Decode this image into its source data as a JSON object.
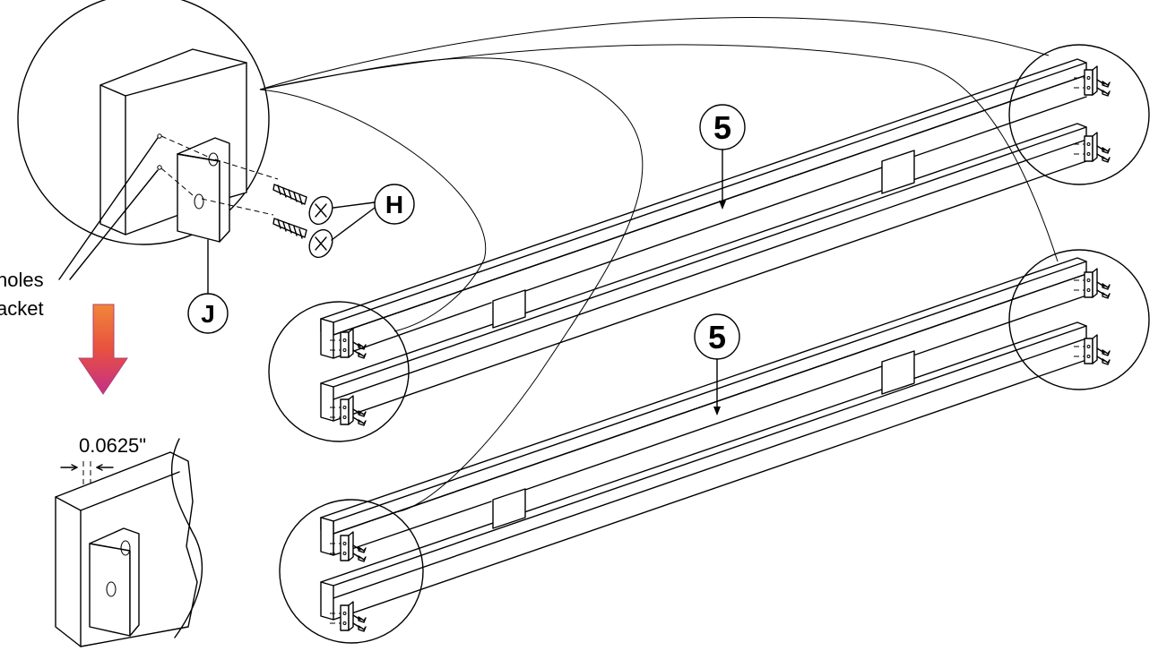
{
  "labels": {
    "holes_line1": "holes",
    "holes_line2": "acket",
    "dimension": "0.0625\"",
    "part_h": "H",
    "part_j": "J",
    "part_5_top": "5",
    "part_5_bottom": "5"
  },
  "colors": {
    "arrow_top": "#f0873a",
    "arrow_mid": "#e8503f",
    "arrow_bottom": "#c4308a",
    "line": "#000000"
  }
}
